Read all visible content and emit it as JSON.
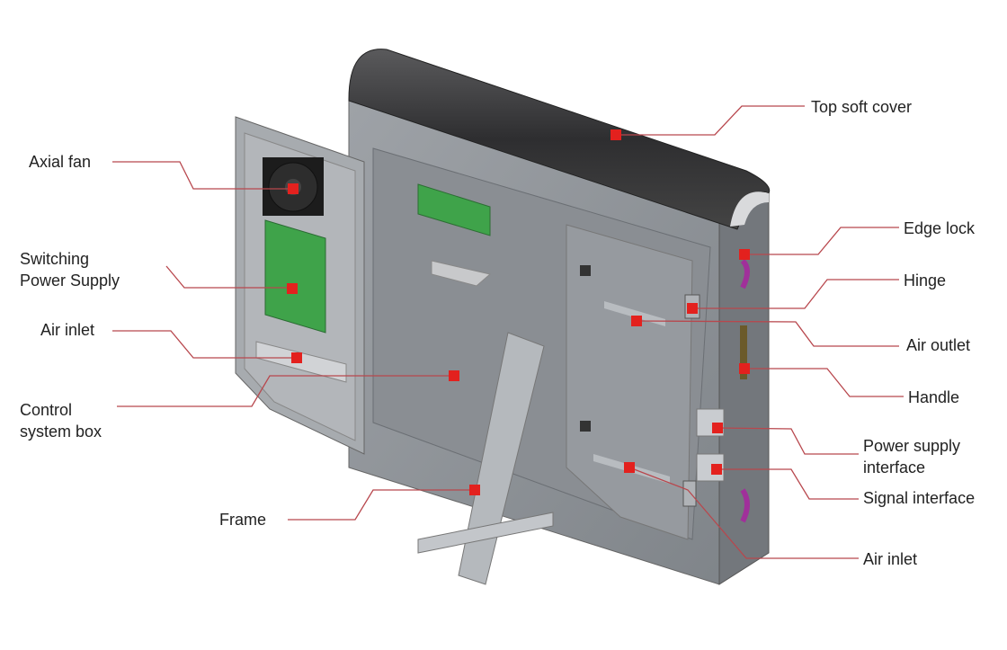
{
  "title": "LED display cabinet structure",
  "colors": {
    "marker": "#e3211e",
    "leader": "#b8474d",
    "panel": "#8d9196",
    "cover": "#3a3a3c",
    "pcb": "#3fa34a"
  },
  "labels": {
    "axial_fan": "Axial fan",
    "switching_psu_1": "Switching",
    "switching_psu_2": "Power Supply",
    "air_inlet_left": "Air inlet",
    "control_box_1": "Control",
    "control_box_2": "system box",
    "frame": "Frame",
    "top_soft_cover": "Top soft cover",
    "edge_lock": "Edge lock",
    "hinge": "Hinge",
    "air_outlet": "Air outlet",
    "handle": "Handle",
    "power_interface_1": "Power supply",
    "power_interface_2": "interface",
    "signal_interface": "Signal interface",
    "air_inlet_right": "Air inlet"
  }
}
